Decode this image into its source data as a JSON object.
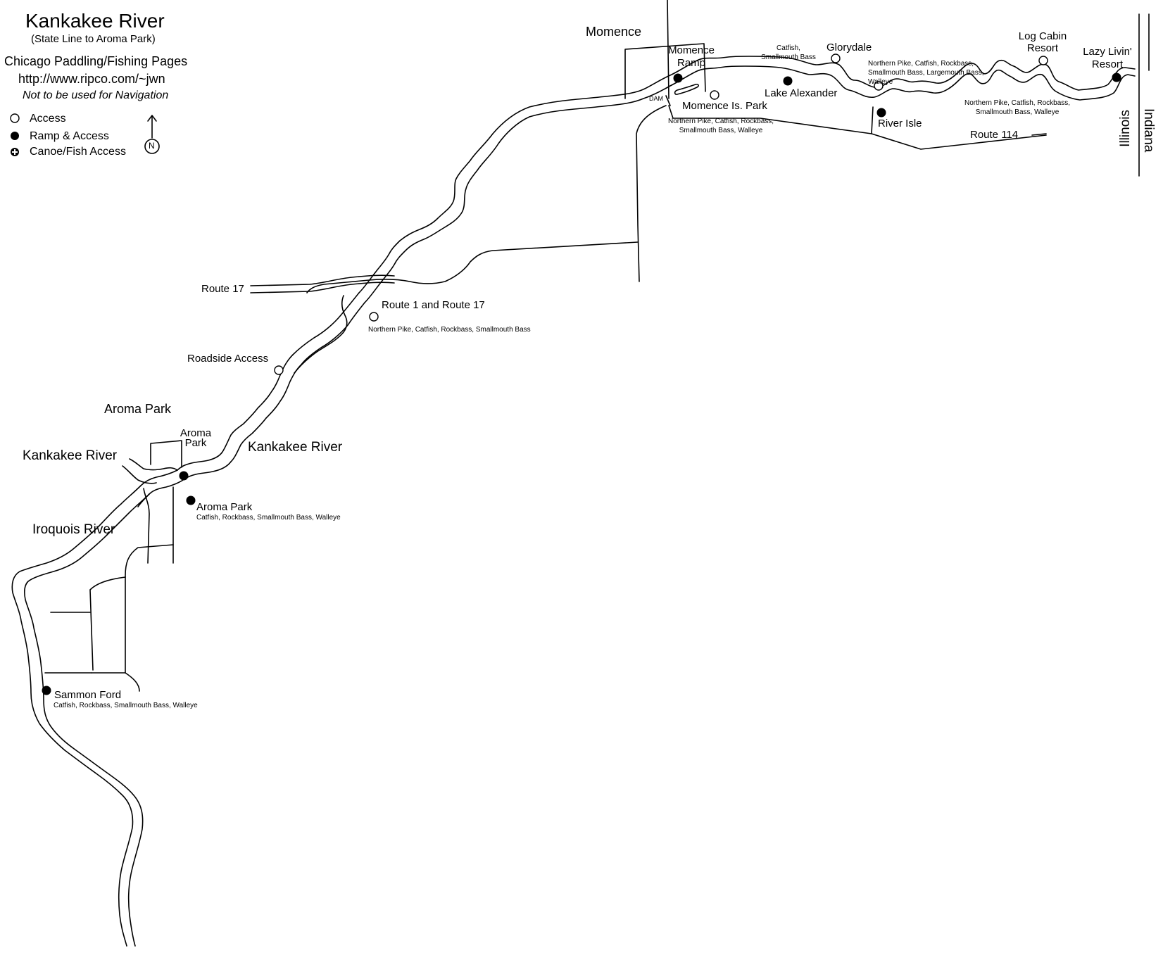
{
  "map": {
    "title": "Kankakee River",
    "subtitle": "(State Line to Aroma Park)",
    "site_name": "Chicago Paddling/Fishing Pages",
    "site_url": "http://www.ripco.com/~jwn",
    "disclaimer": "Not to be used for Navigation",
    "north_label": "N"
  },
  "legend": {
    "access": "Access",
    "ramp": "Ramp & Access",
    "canoe": "Canoe/Fish Access"
  },
  "labels": {
    "momence": "Momence",
    "momence_ramp_1": "Momence",
    "momence_ramp_2": "Ramp",
    "dam": "DAM",
    "momence_is_park": "Momence Is. Park",
    "momence_fish": "Northern Pike, Catfish, Rockbass,\nSmallmouth Bass, Walleye",
    "catfish_sb": "Catfish,\nSmallmouth Bass",
    "glorydale": "Glorydale",
    "glorydale_fish": "Northern Pike, Catfish, Rockbass,\nSmallmouth Bass, Largemouth Bass,\nWalleye",
    "lake_alexander": "Lake Alexander",
    "river_isle": "River Isle",
    "route_114": "Route 114",
    "log_cabin_1": "Log Cabin",
    "log_cabin_2": "Resort",
    "lazy_livin_1": "Lazy Livin'",
    "lazy_livin_2": "Resort",
    "east_fish": "Northern Pike, Catfish, Rockbass,\nSmallmouth Bass, Walleye",
    "illinois": "Illinois",
    "indiana": "Indiana",
    "route_17": "Route 17",
    "route_1_17": "Route 1 and Route 17",
    "route_1_17_fish": "Northern Pike, Catfish, Rockbass, Smallmouth Bass",
    "roadside_access": "Roadside Access",
    "aroma_park_town": "Aroma Park",
    "aroma_park_small_1": "Aroma",
    "aroma_park_small_2": "Park",
    "kankakee_river_east": "Kankakee River",
    "kankakee_river_west": "Kankakee River",
    "aroma_park_ramp": "Aroma Park",
    "aroma_park_fish": "Catfish, Rockbass, Smallmouth Bass, Walleye",
    "iroquois_river": "Iroquois River",
    "sammon_ford": "Sammon Ford",
    "sammon_ford_fish": "Catfish, Rockbass, Smallmouth Bass, Walleye"
  },
  "colors": {
    "ink": "#000000",
    "paper": "#ffffff"
  }
}
